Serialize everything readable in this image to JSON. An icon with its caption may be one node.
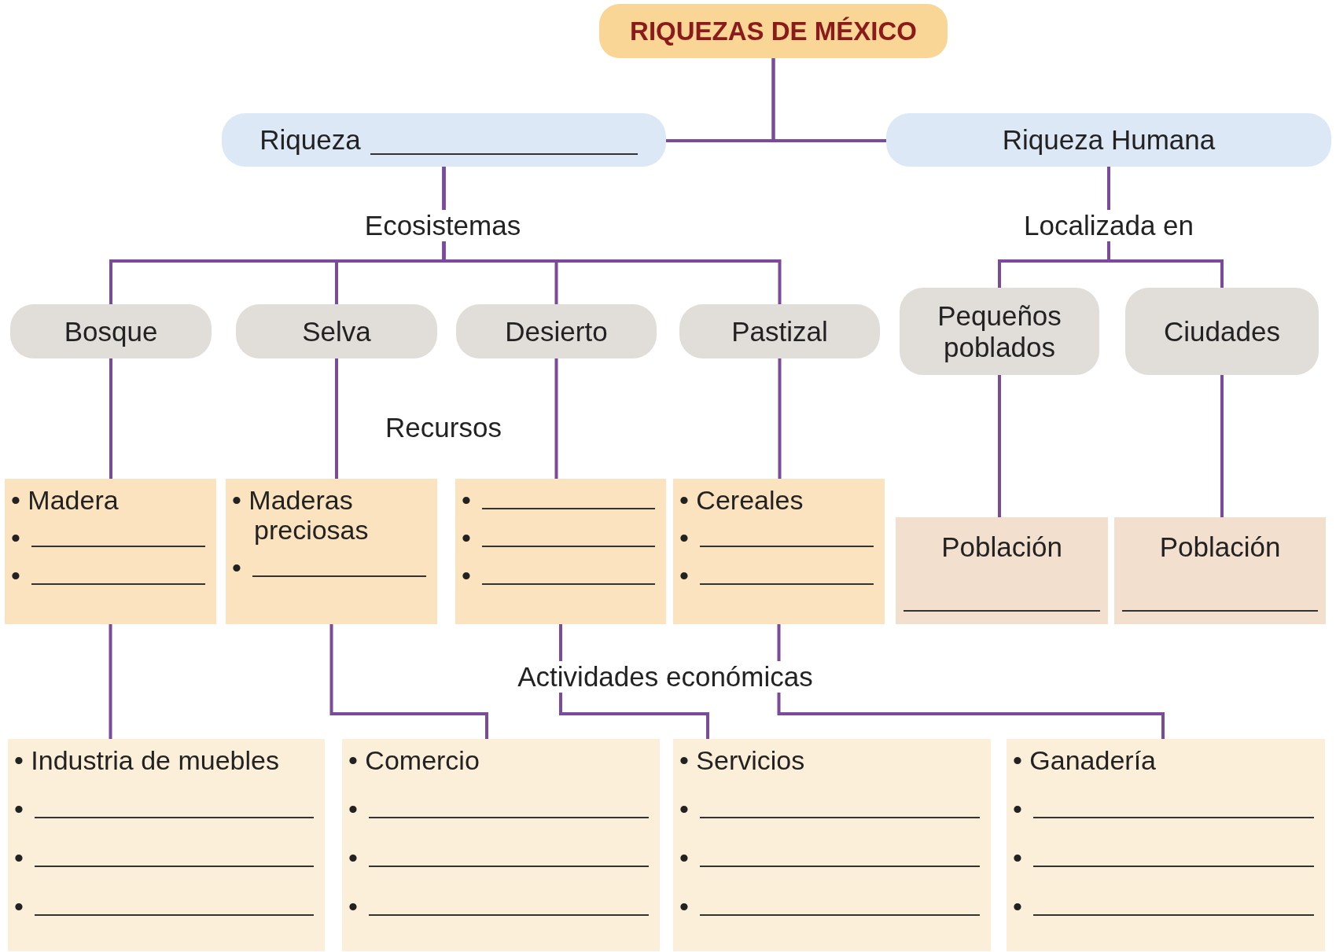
{
  "diagram": {
    "nodes": [
      {
        "text": [
          "RIQUEZAS DE MÉXICO"
        ]
      },
      {
        "text": [
          "Riqueza"
        ]
      },
      {
        "text": [
          "Riqueza Humana"
        ]
      },
      {
        "text": [
          "Bosque"
        ]
      },
      {
        "text": [
          "Selva"
        ]
      },
      {
        "text": [
          "Desierto"
        ]
      },
      {
        "text": [
          "Pastizal"
        ]
      },
      {
        "text": [
          "Pequeños poblados"
        ]
      },
      {
        "text": [
          "Ciudades"
        ]
      },
      {
        "text": [
          "• Madera",
          "•",
          "•"
        ]
      },
      {
        "text": [
          "• Maderas preciosas",
          "•"
        ]
      },
      {
        "text": [
          "•",
          "•",
          "•"
        ]
      },
      {
        "text": [
          "• Cereales",
          "•",
          "•"
        ]
      },
      {
        "text": [
          "Población"
        ]
      },
      {
        "text": [
          "Población"
        ]
      },
      {
        "text": [
          "• Industria de muebles",
          "•",
          "•",
          "•"
        ]
      },
      {
        "text": [
          "• Comercio",
          "•",
          "•",
          "•"
        ]
      },
      {
        "text": [
          "• Servicios",
          "•",
          "•",
          "•"
        ]
      },
      {
        "text": [
          "• Ganadería",
          "•",
          "•",
          "•"
        ]
      }
    ],
    "edges": [
      {
        "from": 0,
        "to": 1,
        "arrow": "none"
      },
      {
        "from": 0,
        "to": 2,
        "arrow": "none"
      },
      {
        "from": 1,
        "to": 3,
        "arrow": "none"
      },
      {
        "from": 1,
        "to": 4,
        "arrow": "none"
      },
      {
        "from": 1,
        "to": 5,
        "arrow": "none"
      },
      {
        "from": 1,
        "to": 6,
        "arrow": "none"
      },
      {
        "from": 2,
        "to": 7,
        "arrow": "none"
      },
      {
        "from": 2,
        "to": 8,
        "arrow": "none"
      },
      {
        "from": 3,
        "to": 9,
        "arrow": "none"
      },
      {
        "from": 4,
        "to": 10,
        "arrow": "none"
      },
      {
        "from": 5,
        "to": 11,
        "arrow": "none"
      },
      {
        "from": 6,
        "to": 12,
        "arrow": "none"
      },
      {
        "from": 7,
        "to": 13,
        "arrow": "none"
      },
      {
        "from": 8,
        "to": 14,
        "arrow": "none"
      },
      {
        "from": 9,
        "to": 15,
        "arrow": "none"
      },
      {
        "from": 10,
        "to": 16,
        "arrow": "none"
      },
      {
        "from": 11,
        "to": 17,
        "arrow": "none"
      },
      {
        "from": 12,
        "to": 18,
        "arrow": "none"
      }
    ],
    "labels": [
      "Ecosistemas",
      "Localizada en",
      "Recursos",
      "Actividades económicas"
    ]
  }
}
